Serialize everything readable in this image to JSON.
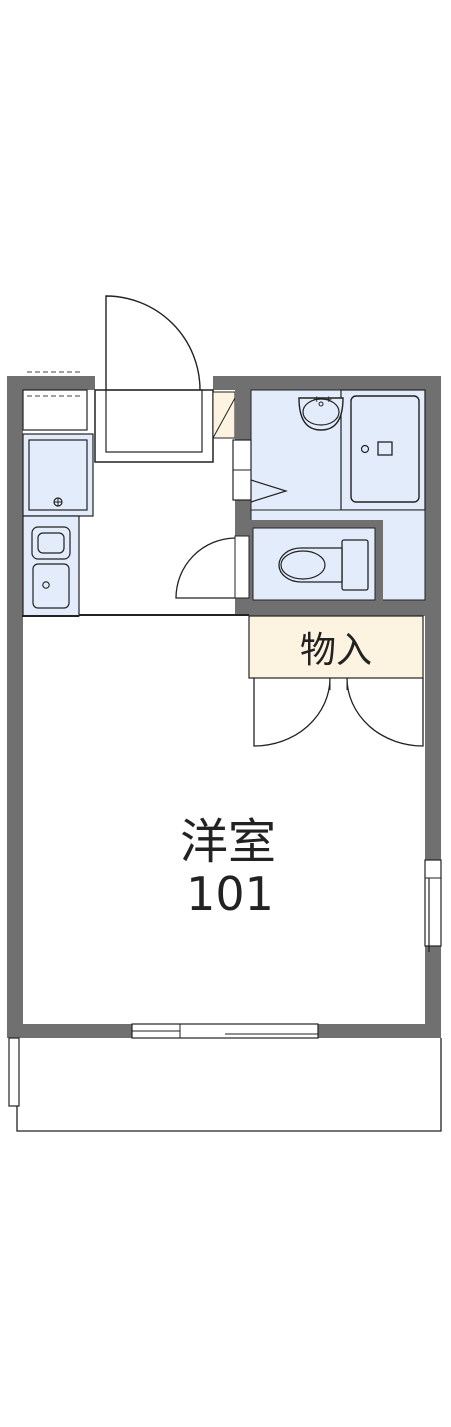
{
  "rooms": {
    "main_room_name": "洋室",
    "unit_number": "101",
    "storage_label": "物入"
  },
  "colors": {
    "wall": "#707070",
    "wet_area": "#e3ecfb",
    "storage": "#fdf3e1",
    "line": "#222222",
    "floor": "#ffffff"
  }
}
